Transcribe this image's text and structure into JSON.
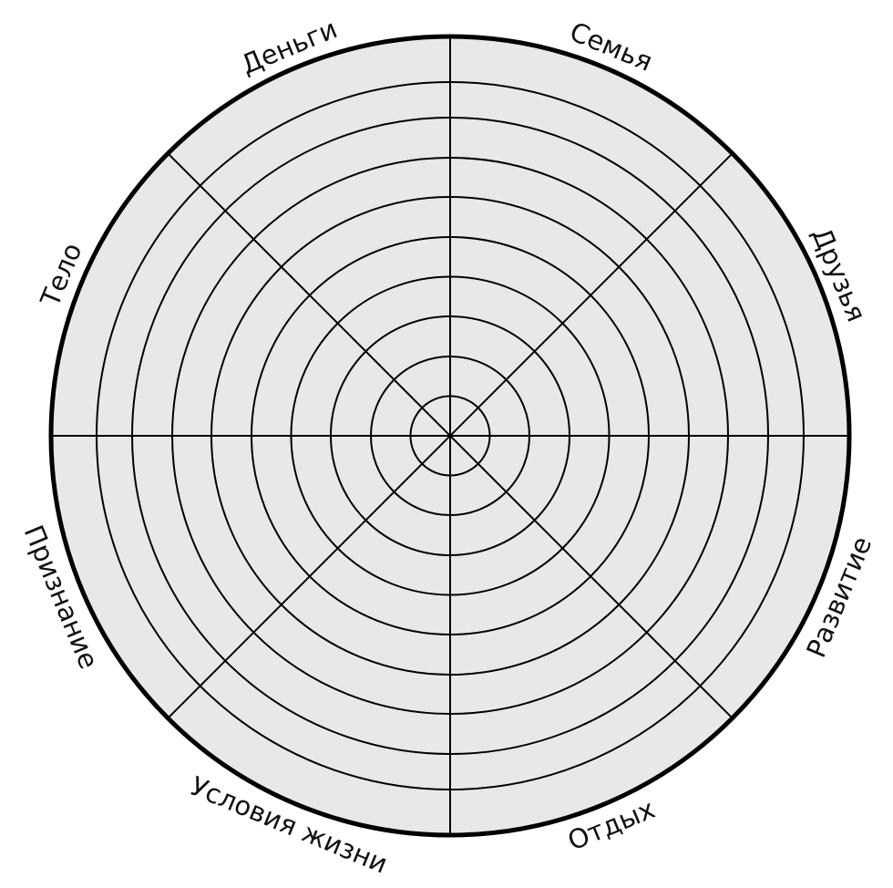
{
  "title": "Колесо баланса",
  "levels": 10,
  "colors": {
    "fill": "#e8e8e8",
    "stroke": "#000000"
  },
  "sectors": [
    {
      "label": "Семья"
    },
    {
      "label": "Друзья"
    },
    {
      "label": "Развитие"
    },
    {
      "label": "Отдых"
    },
    {
      "label": "Условия жизни"
    },
    {
      "label": "Признание"
    },
    {
      "label": "Тело"
    },
    {
      "label": "Деньги"
    }
  ]
}
